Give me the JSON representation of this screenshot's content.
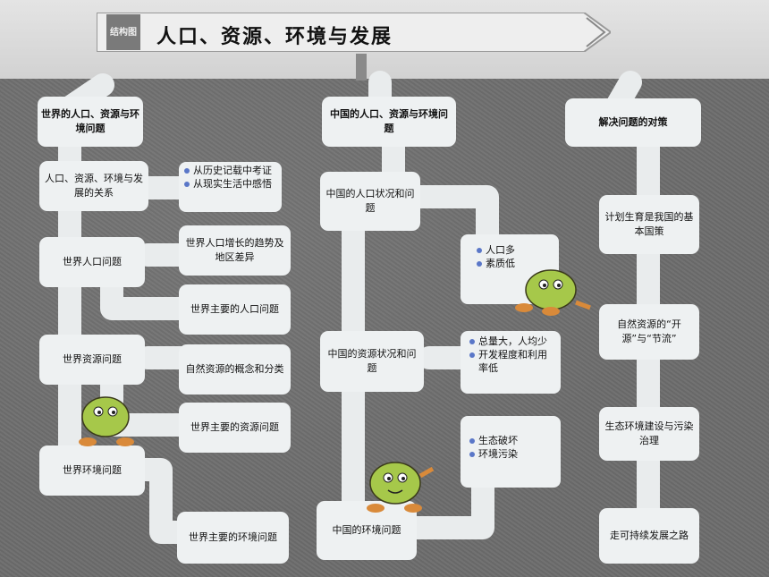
{
  "banner": {
    "label": "结构图",
    "title": "人口、资源、环境与发展"
  },
  "left": {
    "header": "世界的人口、资源与环境问题",
    "relation": "人口、资源、环境与发展的关系",
    "relation_items": [
      "从历史记载中考证",
      "从现实生活中感悟"
    ],
    "pop_problem": "世界人口问题",
    "pop_trend": "世界人口增长的趋势及地区差异",
    "pop_main": "世界主要的人口问题",
    "res_problem": "世界资源问题",
    "res_concept": "自然资源的概念和分类",
    "res_main": "世界主要的资源问题",
    "env_problem": "世界环境问题",
    "env_main": "世界主要的环境问题"
  },
  "middle": {
    "header": "中国的人口、资源与环境问题",
    "pop_status": "中国的人口状况和问题",
    "pop_items": [
      "人口多",
      "素质低"
    ],
    "res_status": "中国的资源状况和问题",
    "res_items": [
      "总量大，人均少",
      "开发程度和利用率低"
    ],
    "env_items": [
      "生态破坏",
      "环境污染"
    ],
    "env_problem": "中国的环境问题"
  },
  "right": {
    "header": "解决问题的对策",
    "policy": "计划生育是我国的基本国策",
    "resources": "自然资源的“开源”与“节流”",
    "ecology": "生态环境建设与污染治理",
    "sustainable": "走可持续发展之路"
  },
  "colors": {
    "path": "#e9eced",
    "background": "#6e6e6e",
    "bullet": "#5a77c8",
    "mascot": "#a6c84a"
  }
}
